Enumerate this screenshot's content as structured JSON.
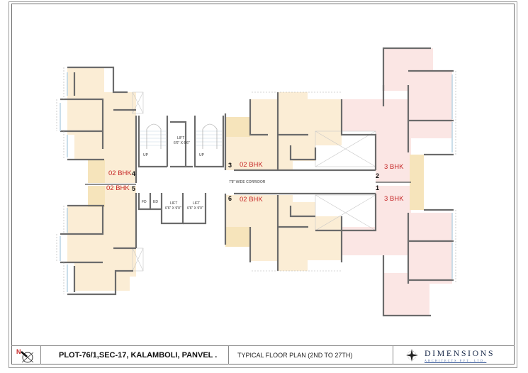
{
  "drawing": {
    "title": "TYPICAL FLOOR PLAN (2ND TO 27TH)",
    "plot": "PLOT-76/1,SEC-17, KALAMBOLI, PANVEL .",
    "north_label": "N",
    "north_icon": "north-arrow-icon"
  },
  "firm": {
    "name": "DIMENSIONS",
    "subtitle": "ARCHITECTS PVT. LTD."
  },
  "colors": {
    "bhk2_fill": "#fbedd5",
    "bhk3_fill": "#fbe6e4",
    "wall": "#6b6b6b",
    "label_red": "#c62828",
    "staircase_fill": "#f6e4bb",
    "window": "#b9d3e3"
  },
  "corridor": {
    "label": "7'8\" WIDE CORRIDOR"
  },
  "core": {
    "lift_top": {
      "label": "LIFT",
      "size": "6'6\" X 6'6\""
    },
    "lift_bottom_1": {
      "label": "LIFT",
      "size": "6'6\" X 9'0\""
    },
    "lift_bottom_2": {
      "label": "LIFT",
      "size": "6'6\" X 9'0\""
    },
    "stair_up_1": "UP",
    "stair_up_2": "UP",
    "fd": "FD",
    "ed": "ED"
  },
  "units": [
    {
      "number": "1",
      "type": "3 BHK"
    },
    {
      "number": "2",
      "type": "3 BHK"
    },
    {
      "number": "3",
      "type": "02 BHK"
    },
    {
      "number": "4",
      "type": "02 BHK"
    },
    {
      "number": "5",
      "type": "02 BHK"
    },
    {
      "number": "6",
      "type": "02 BHK"
    }
  ]
}
